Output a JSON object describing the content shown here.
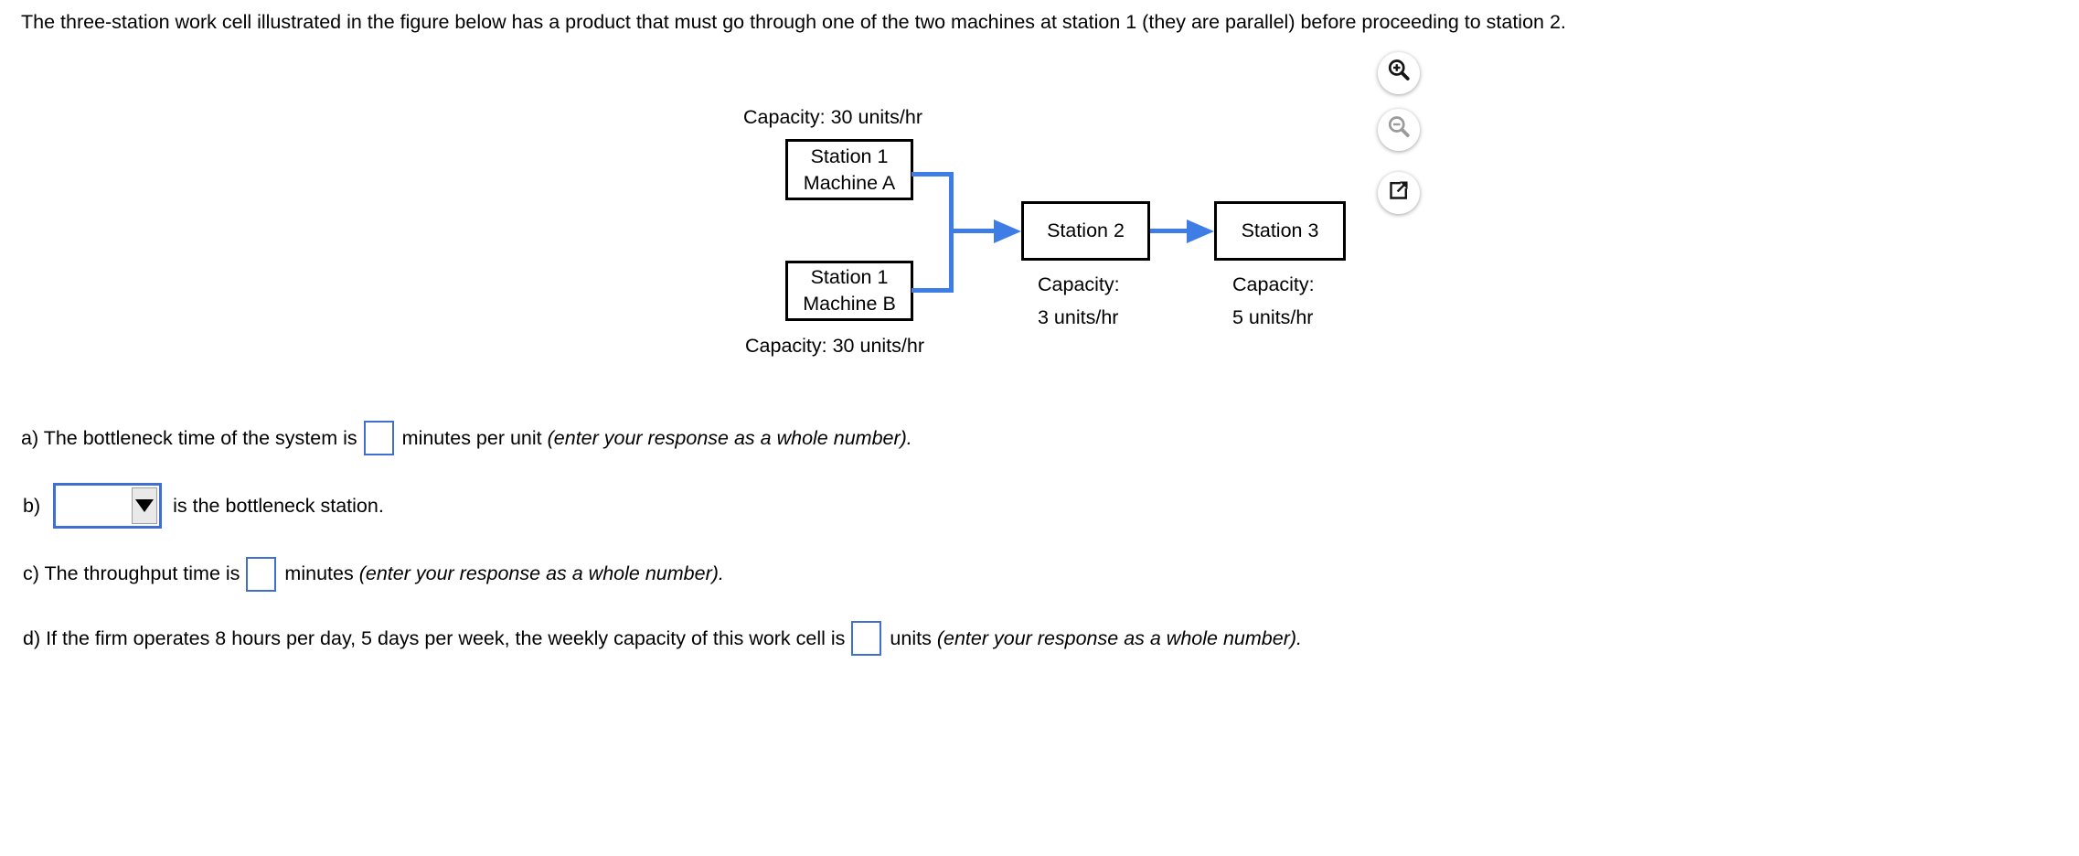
{
  "problem": {
    "statement": "The three-station work cell illustrated in the figure below has a product that must go through one of the two machines at station 1 (they are parallel) before proceeding to station 2."
  },
  "diagram": {
    "station1_capacity_top": "Capacity: 30 units/hr",
    "station1_machine_a": {
      "line1": "Station 1",
      "line2": "Machine A"
    },
    "station1_machine_b": {
      "line1": "Station 1",
      "line2": "Machine B"
    },
    "station1_capacity_bottom": "Capacity: 30 units/hr",
    "station2": {
      "label": "Station 2",
      "capacity_line1": "Capacity:",
      "capacity_line2": "3 units/hr"
    },
    "station3": {
      "label": "Station 3",
      "capacity_line1": "Capacity:",
      "capacity_line2": "5 units/hr"
    }
  },
  "toolbar": {
    "zoom_in_icon": "magnifier-plus",
    "zoom_out_icon": "magnifier-minus",
    "open_external_icon": "external-link"
  },
  "questions": {
    "a": {
      "prefix": "a) The bottleneck time of the system is",
      "input_value": "",
      "suffix": "minutes per unit",
      "hint": "(enter your response as a whole number)."
    },
    "b": {
      "label": "b)",
      "dropdown_value": "",
      "suffix": "is the bottleneck station."
    },
    "c": {
      "prefix": "c) The throughput time is",
      "input_value": "",
      "suffix": "minutes",
      "hint": "(enter your response as a whole number)."
    },
    "d": {
      "prefix": "d) If the firm operates 8 hours per day, 5 days per week, the weekly capacity of this work cell is",
      "input_value": "",
      "suffix": "units",
      "hint": "(enter your response as a whole number)."
    }
  },
  "colors": {
    "flow_blue": "#3e7de5",
    "input_border_blue": "#3f6fd1"
  }
}
